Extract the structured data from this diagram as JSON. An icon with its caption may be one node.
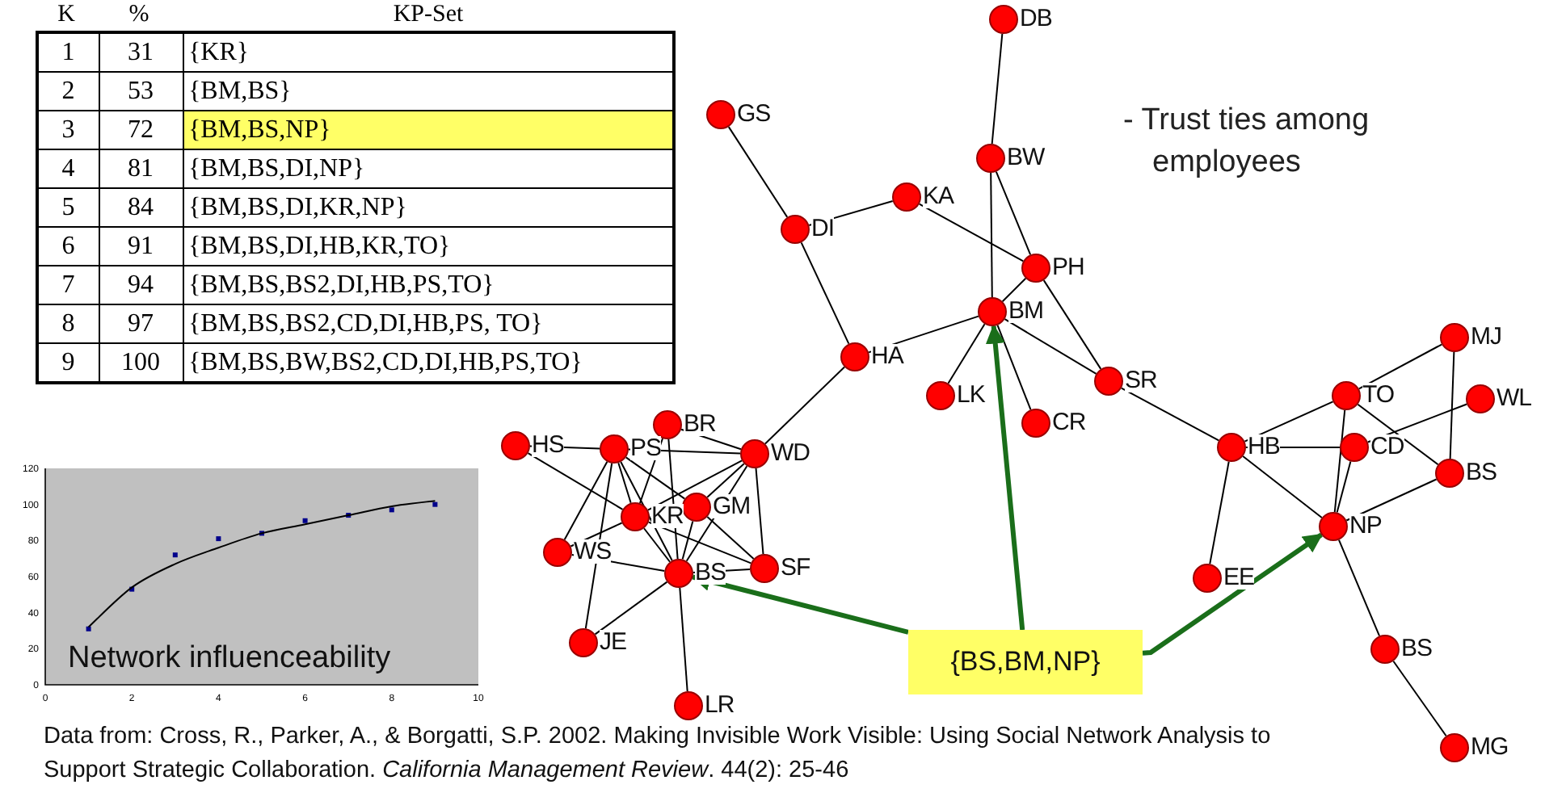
{
  "diagram": {
    "caption": "Data from: Cross, R., Parker, A., & Borgatti, S.P. 2002. Making Invisible Work Visible: Using Social Network Analysis to Support Strategic Collaboration. *California Management Review*. 44(2): 25-46",
    "nodes": [
      {
        "text": [],
        "shape": "circle",
        "beside": [
          "DB"
        ]
      },
      {
        "text": [],
        "shape": "circle",
        "beside": [
          "GS"
        ]
      },
      {
        "text": [],
        "shape": "circle",
        "beside": [
          "BW"
        ]
      },
      {
        "text": [],
        "shape": "circle",
        "beside": [
          "KA"
        ]
      },
      {
        "text": [],
        "shape": "circle",
        "beside": [
          "DI"
        ]
      },
      {
        "text": [],
        "shape": "circle",
        "beside": [
          "PH"
        ]
      },
      {
        "text": [],
        "shape": "circle",
        "beside": [
          "BM"
        ]
      },
      {
        "text": [],
        "shape": "circle",
        "beside": [
          "HA"
        ]
      },
      {
        "text": [],
        "shape": "circle",
        "beside": [
          "SR"
        ]
      },
      {
        "text": [],
        "shape": "circle",
        "beside": [
          "LK"
        ]
      },
      {
        "text": [],
        "shape": "circle",
        "beside": [
          "CR"
        ]
      },
      {
        "text": [],
        "shape": "circle",
        "beside": [
          "TO"
        ]
      },
      {
        "text": [],
        "shape": "circle",
        "beside": [
          "MJ"
        ]
      },
      {
        "text": [],
        "shape": "circle",
        "beside": [
          "WL"
        ]
      },
      {
        "text": [],
        "shape": "circle",
        "beside": [
          "HB"
        ]
      },
      {
        "text": [],
        "shape": "circle",
        "beside": [
          "CD"
        ]
      },
      {
        "text": [],
        "shape": "circle",
        "beside": [
          "BS"
        ]
      },
      {
        "text": [],
        "shape": "circle",
        "beside": [
          "NP"
        ]
      },
      {
        "text": [],
        "shape": "circle",
        "beside": [
          "EE"
        ]
      },
      {
        "text": [],
        "shape": "circle",
        "beside": [
          "BS"
        ]
      },
      {
        "text": [],
        "shape": "circle",
        "beside": [
          "MG"
        ]
      },
      {
        "text": [],
        "shape": "circle",
        "beside": [
          "BR"
        ]
      },
      {
        "text": [],
        "shape": "circle",
        "beside": [
          "HS"
        ]
      },
      {
        "text": [],
        "shape": "circle",
        "beside": [
          "PS"
        ]
      },
      {
        "text": [],
        "shape": "circle",
        "beside": [
          "WD"
        ]
      },
      {
        "text": [],
        "shape": "circle",
        "beside": [
          "GM"
        ]
      },
      {
        "text": [],
        "shape": "circle",
        "beside": [
          "KR"
        ]
      },
      {
        "text": [],
        "shape": "circle",
        "beside": [
          "WS"
        ]
      },
      {
        "text": [],
        "shape": "circle",
        "beside": [
          "BS"
        ]
      },
      {
        "text": [],
        "shape": "circle",
        "beside": [
          "SF"
        ]
      },
      {
        "text": [],
        "shape": "circle",
        "beside": [
          "JE"
        ]
      },
      {
        "text": [],
        "shape": "circle",
        "beside": [
          "LR"
        ]
      },
      {
        "text": [
          "{BS,BM,NP}"
        ]
      }
    ],
    "edges": [
      {
        "from": 0,
        "to": 2,
        "arrow": "none"
      },
      {
        "from": 1,
        "to": 4,
        "arrow": "none"
      },
      {
        "from": 4,
        "to": 3,
        "arrow": "none"
      },
      {
        "from": 3,
        "to": 5,
        "arrow": "none"
      },
      {
        "from": 2,
        "to": 6,
        "arrow": "none"
      },
      {
        "from": 2,
        "to": 5,
        "arrow": "none"
      },
      {
        "from": 5,
        "to": 8,
        "arrow": "none"
      },
      {
        "from": 5,
        "to": 6,
        "arrow": "none"
      },
      {
        "from": 4,
        "to": 7,
        "arrow": "none"
      },
      {
        "from": 7,
        "to": 6,
        "arrow": "none"
      },
      {
        "from": 6,
        "to": 9,
        "arrow": "none"
      },
      {
        "from": 6,
        "to": 10,
        "arrow": "none"
      },
      {
        "from": 6,
        "to": 8,
        "arrow": "none"
      },
      {
        "from": 7,
        "to": 24,
        "arrow": "none"
      },
      {
        "from": 8,
        "to": 14,
        "arrow": "none"
      },
      {
        "from": 14,
        "to": 11,
        "arrow": "none"
      },
      {
        "from": 14,
        "to": 15,
        "arrow": "none"
      },
      {
        "from": 14,
        "to": 17,
        "arrow": "none"
      },
      {
        "from": 14,
        "to": 18,
        "arrow": "none"
      },
      {
        "from": 11,
        "to": 12,
        "arrow": "none"
      },
      {
        "from": 11,
        "to": 16,
        "arrow": "none"
      },
      {
        "from": 11,
        "to": 17,
        "arrow": "none"
      },
      {
        "from": 15,
        "to": 17,
        "arrow": "none"
      },
      {
        "from": 15,
        "to": 13,
        "arrow": "none"
      },
      {
        "from": 12,
        "to": 16,
        "arrow": "none"
      },
      {
        "from": 16,
        "to": 17,
        "arrow": "none"
      },
      {
        "from": 17,
        "to": 19,
        "arrow": "none"
      },
      {
        "from": 19,
        "to": 20,
        "arrow": "none"
      },
      {
        "from": 22,
        "to": 23,
        "arrow": "none"
      },
      {
        "from": 22,
        "to": 26,
        "arrow": "none"
      },
      {
        "from": 23,
        "to": 24,
        "arrow": "none"
      },
      {
        "from": 23,
        "to": 26,
        "arrow": "none"
      },
      {
        "from": 23,
        "to": 28,
        "arrow": "none"
      },
      {
        "from": 23,
        "to": 25,
        "arrow": "none"
      },
      {
        "from": 23,
        "to": 27,
        "arrow": "none"
      },
      {
        "from": 23,
        "to": 30,
        "arrow": "none"
      },
      {
        "from": 21,
        "to": 24,
        "arrow": "none"
      },
      {
        "from": 21,
        "to": 26,
        "arrow": "none"
      },
      {
        "from": 21,
        "to": 28,
        "arrow": "none"
      },
      {
        "from": 24,
        "to": 26,
        "arrow": "none"
      },
      {
        "from": 24,
        "to": 25,
        "arrow": "none"
      },
      {
        "from": 24,
        "to": 28,
        "arrow": "none"
      },
      {
        "from": 24,
        "to": 29,
        "arrow": "none"
      },
      {
        "from": 26,
        "to": 27,
        "arrow": "none"
      },
      {
        "from": 26,
        "to": 28,
        "arrow": "none"
      },
      {
        "from": 26,
        "to": 29,
        "arrow": "none"
      },
      {
        "from": 25,
        "to": 28,
        "arrow": "none"
      },
      {
        "from": 25,
        "to": 29,
        "arrow": "none"
      },
      {
        "from": 28,
        "to": 29,
        "arrow": "none"
      },
      {
        "from": 28,
        "to": 31,
        "arrow": "none"
      },
      {
        "from": 27,
        "to": 28,
        "arrow": "none"
      },
      {
        "from": 30,
        "to": 28,
        "arrow": "none"
      },
      {
        "from": 32,
        "to": 28,
        "arrow": "to",
        "style": "thick",
        "color": "#1a6e1a"
      },
      {
        "from": 32,
        "to": 6,
        "arrow": "to",
        "style": "thick",
        "color": "#1a6e1a"
      },
      {
        "from": 32,
        "to": 17,
        "arrow": "to",
        "style": "thick",
        "color": "#1a6e1a"
      }
    ],
    "labels": [
      "K",
      "%",
      "KP-Set",
      "1",
      "31",
      "{KR}",
      "2",
      "53",
      "{BM,BS}",
      "3",
      "72",
      "{BM,BS,NP}",
      "4",
      "81",
      "{BM,BS,DI,NP}",
      "5",
      "84",
      "{BM,BS,DI,KR,NP}",
      "6",
      "91",
      "{BM,BS,DI,HB,KR,TO}",
      "7",
      "94",
      "{BM,BS,BS2,DI,HB,PS,TO}",
      "8",
      "97",
      "{BM,BS,BS2,CD,DI,HB,PS, TO}",
      "9",
      "100",
      "{BM,BS,BW,BS2,CD,DI,HB,PS,TO}",
      "- Trust ties among employees"
    ],
    "chart_data": {
      "type": "scatter",
      "title": "Network influenceability",
      "x": [
        1,
        2,
        3,
        4,
        5,
        6,
        7,
        8,
        9
      ],
      "series": [
        {
          "color": "#00008b",
          "values": [
            31,
            53,
            72,
            81,
            84,
            91,
            94,
            97,
            100
          ]
        },
        {
          "type": "line",
          "color": "#000000",
          "values": [
            32,
            54,
            67,
            76,
            84,
            89,
            94,
            99,
            102
          ]
        }
      ],
      "xlim": [
        0,
        10
      ],
      "ylim": [
        0,
        120
      ],
      "xticks": [
        0,
        2,
        4,
        6,
        8,
        10
      ],
      "yticks": [
        0,
        20,
        40,
        60,
        80,
        100,
        120
      ]
    }
  }
}
